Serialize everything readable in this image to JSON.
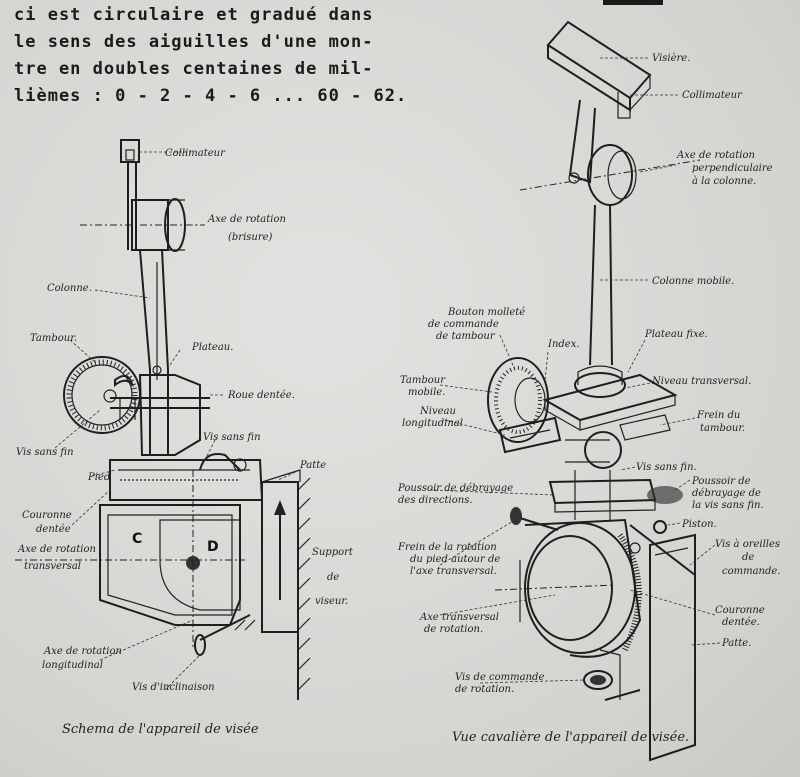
{
  "intro_lines": [
    "ci est circulaire et gradué dans",
    "le sens des aiguilles d'une mon-",
    "tre en doubles centaines de mil-",
    "lièmes : 0 - 2 - 4 - 6 ... 60 - 62."
  ],
  "schema": {
    "caption": "Schema de l'appareil de visée",
    "labels": {
      "collimateur": "Collimateur",
      "axe_rotation": "Axe de rotation",
      "brisure": "(brisure)",
      "colonne": "Colonne.",
      "tambour": "Tambour.",
      "plateau": "Plateau.",
      "roue_dentee": "Roue dentée.",
      "vis_sans_fin_left": "Vis sans fin",
      "vis_sans_fin_right": "Vis sans fin",
      "pied": "Pied",
      "patte": "Patte",
      "couronne_1": "Couronne",
      "couronne_2": "dentée",
      "axe_transversal_1": "Axe de rotation",
      "axe_transversal_2": "transversal",
      "letter_c": "C",
      "letter_d": "D",
      "support_1": "Support",
      "support_2": "de",
      "support_3": "viseur.",
      "axe_longitudinal_1": "Axe de rotation",
      "axe_longitudinal_2": "longitudinal",
      "vis_inclinaison": "Vis d'inclinaison"
    }
  },
  "vue": {
    "caption": "Vue cavalière de l'appareil de visée.",
    "labels": {
      "visiere": "Visière.",
      "collimateur": "Collimateur",
      "axe_perp_1": "Axe de rotation",
      "axe_perp_2": "perpendiculaire",
      "axe_perp_3": "à la colonne.",
      "colonne_mobile": "Colonne mobile.",
      "bouton_1": "Bouton molleté",
      "bouton_2": "de commande",
      "bouton_3": "de tambour",
      "index": "Index.",
      "plateau_fixe": "Plateau fixe.",
      "tambour_mobile_1": "Tambour",
      "tambour_mobile_2": "mobile.",
      "niveau_transversal": "Niveau transversal.",
      "niveau_long_1": "Niveau",
      "niveau_long_2": "longitudinal",
      "frein_tambour_1": "Frein du",
      "frein_tambour_2": "tambour.",
      "vis_sans_fin": "Vis sans fin.",
      "poussoir_dir_1": "Poussoir de débrayage",
      "poussoir_dir_2": "des directions.",
      "poussoir_vis_1": "Poussoir de",
      "poussoir_vis_2": "débrayage de",
      "poussoir_vis_3": "la vis sans fin.",
      "piston": "Piston.",
      "frein_rot_1": "Frein de la rotation",
      "frein_rot_2": "du pied autour de",
      "frein_rot_3": "l'axe transversal.",
      "vis_oreilles_1": "Vis à oreilles",
      "vis_oreilles_2": "de",
      "vis_oreilles_3": "commande.",
      "axe_transv_1": "Axe transversal",
      "axe_transv_2": "de rotation.",
      "couronne_1": "Couronne",
      "couronne_2": "dentée.",
      "patte": "Patte.",
      "vis_cmd_1": "Vis de commande",
      "vis_cmd_2": "de rotation."
    }
  }
}
